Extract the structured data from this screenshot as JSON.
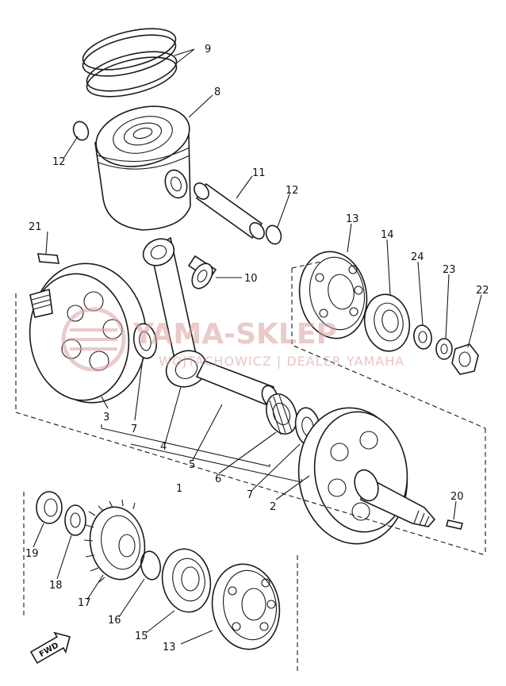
{
  "watermark": {
    "title": "YAMA-SKLEP",
    "subtitle": "WOJTACHOWICZ | DEALER YAMAHA"
  },
  "direction_badge": "FWD",
  "callouts": {
    "c9": "9",
    "c8": "8",
    "c12a": "12",
    "c11": "11",
    "c12b": "12",
    "c21": "21",
    "c10": "10",
    "c13a": "13",
    "c14": "14",
    "c24": "24",
    "c23": "23",
    "c22": "22",
    "c3": "3",
    "c7a": "7",
    "c4": "4",
    "c5": "5",
    "c6": "6",
    "c1": "1",
    "c7b": "7",
    "c2": "2",
    "c20": "20",
    "c19": "19",
    "c18": "18",
    "c17": "17",
    "c16": "16",
    "c15": "15",
    "c13b": "13"
  },
  "colors": {
    "line": "#1a1a1a",
    "watermark": "#d9a0a0"
  }
}
